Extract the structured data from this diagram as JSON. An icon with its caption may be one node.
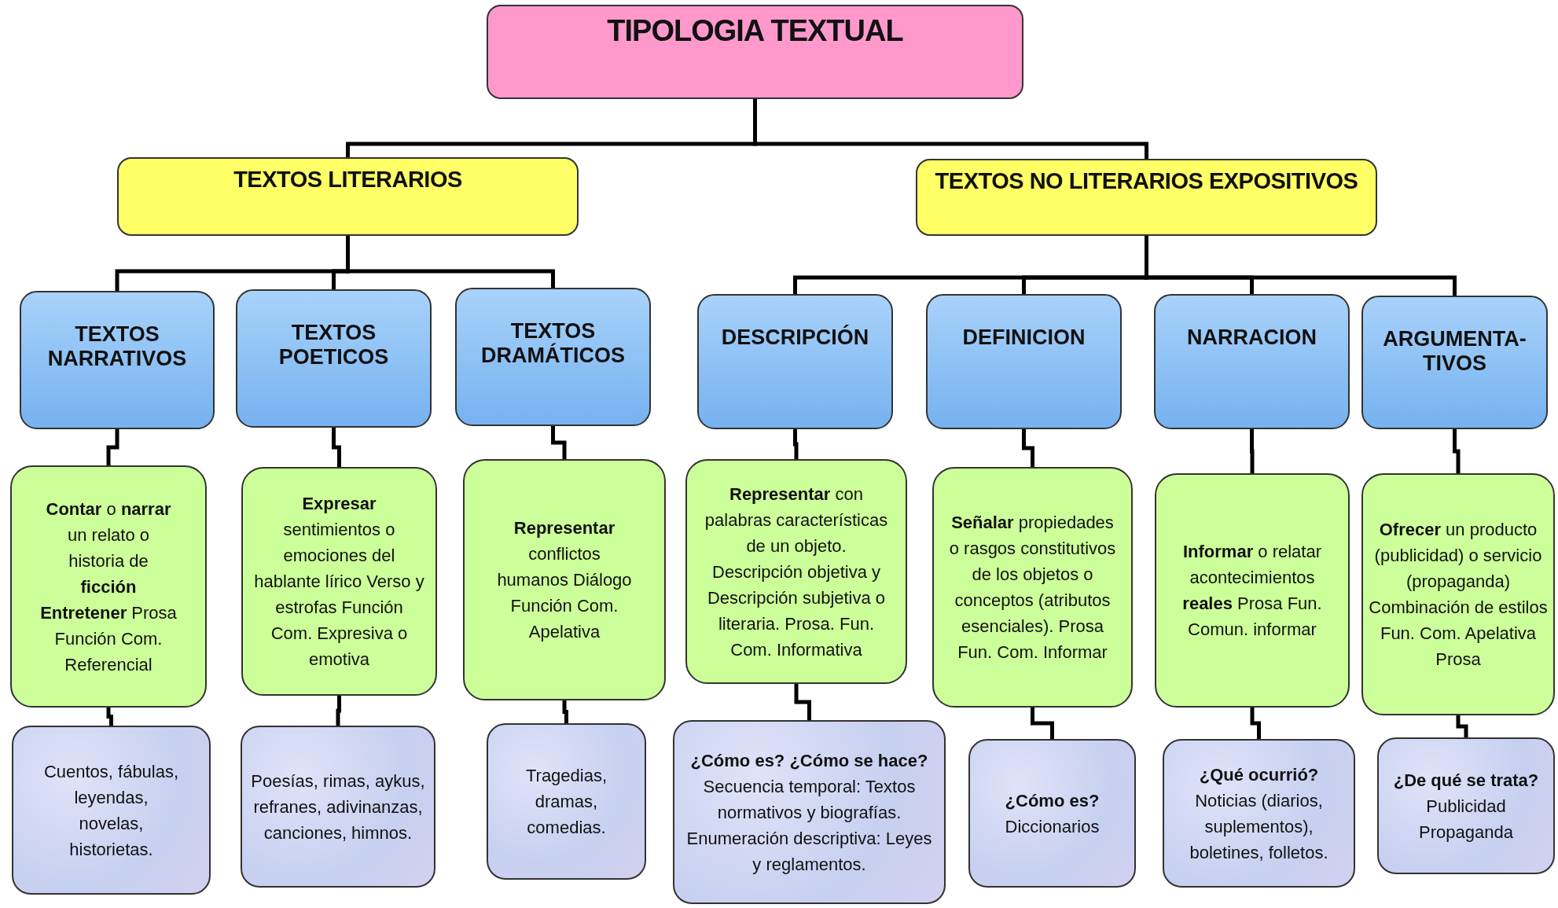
{
  "diagram": {
    "nodes": [
      {
        "text": [
          "TIPOLOGIA TEXTUAL"
        ]
      },
      {
        "text": [
          "TEXTOS LITERARIOS"
        ]
      },
      {
        "text": [
          "TEXTOS NO LITERARIOS EXPOSITIVOS"
        ]
      },
      {
        "text": [
          "TEXTOS NARRATIVOS"
        ]
      },
      {
        "text": [
          "TEXTOS POETICOS"
        ]
      },
      {
        "text": [
          "TEXTOS DRAMÁTICOS"
        ]
      },
      {
        "text": [
          "DESCRIPCIÓN"
        ]
      },
      {
        "text": [
          "DEFINICION"
        ]
      },
      {
        "text": [
          "NARRACION"
        ]
      },
      {
        "text": [
          "ARGUMENTA- TIVOS"
        ]
      },
      {
        "text": [
          "**Contar** o **narrar** un relato o historia de **ficción** **Entretener** Prosa Función Com. Referencial"
        ]
      },
      {
        "text": [
          "**Expresar** sentimientos o emociones del hablante lírico Verso y estrofas Función Com. Expresiva o emotiva"
        ]
      },
      {
        "text": [
          "**Representar** conflictos humanos Diálogo Función Com. Apelativa"
        ]
      },
      {
        "text": [
          "**Representar** con palabras características de un objeto. Descripción objetiva y Descripción subjetiva o literaria. Prosa. Fun. Com. Informativa"
        ]
      },
      {
        "text": [
          "**Señalar** propiedades o rasgos constitutivos de los objetos o conceptos (atributos esenciales). Prosa Fun. Com. Informar"
        ]
      },
      {
        "text": [
          "**Informar** o relatar acontecimientos **reales** Prosa Fun. Comun. informar"
        ]
      },
      {
        "text": [
          "**Ofrecer** un producto (publicidad) o servicio (propaganda) Combinación de estilos Fun. Com. Apelativa Prosa"
        ]
      },
      {
        "text": [
          "Cuentos, fábulas, leyendas, novelas, historietas."
        ]
      },
      {
        "text": [
          "Poesías, rimas, aykus, refranes, adivinanzas, canciones, himnos."
        ]
      },
      {
        "text": [
          "Tragedias, dramas, comedias."
        ]
      },
      {
        "text": [
          "¿Cómo es? ¿Cómo se hace?",
          "Secuencia temporal: Textos normativos y biografías. Enumeración descriptiva: Leyes y reglamentos."
        ]
      },
      {
        "text": [
          "¿Cómo es?",
          "Diccionarios"
        ]
      },
      {
        "text": [
          "¿Qué ocurrió?",
          "Noticias (diarios, suplementos), boletines, folletos."
        ]
      },
      {
        "text": [
          "¿De qué se trata?",
          "Publicidad Propaganda"
        ]
      }
    ],
    "edges": [
      {
        "from": 0,
        "to": 1,
        "arrow": "none"
      },
      {
        "from": 0,
        "to": 2,
        "arrow": "none"
      },
      {
        "from": 1,
        "to": 3,
        "arrow": "none"
      },
      {
        "from": 1,
        "to": 4,
        "arrow": "none"
      },
      {
        "from": 1,
        "to": 5,
        "arrow": "none"
      },
      {
        "from": 2,
        "to": 6,
        "arrow": "none"
      },
      {
        "from": 2,
        "to": 7,
        "arrow": "none"
      },
      {
        "from": 2,
        "to": 8,
        "arrow": "none"
      },
      {
        "from": 2,
        "to": 9,
        "arrow": "none"
      },
      {
        "from": 3,
        "to": 10,
        "arrow": "none"
      },
      {
        "from": 4,
        "to": 11,
        "arrow": "none"
      },
      {
        "from": 5,
        "to": 12,
        "arrow": "none"
      },
      {
        "from": 6,
        "to": 13,
        "arrow": "none"
      },
      {
        "from": 7,
        "to": 14,
        "arrow": "none"
      },
      {
        "from": 8,
        "to": 15,
        "arrow": "none"
      },
      {
        "from": 9,
        "to": 16,
        "arrow": "none"
      },
      {
        "from": 10,
        "to": 17,
        "arrow": "none"
      },
      {
        "from": 11,
        "to": 18,
        "arrow": "none"
      },
      {
        "from": 12,
        "to": 19,
        "arrow": "none"
      },
      {
        "from": 13,
        "to": 20,
        "arrow": "none"
      },
      {
        "from": 14,
        "to": 21,
        "arrow": "none"
      },
      {
        "from": 15,
        "to": 22,
        "arrow": "none"
      },
      {
        "from": 16,
        "to": 23,
        "arrow": "none"
      }
    ]
  }
}
